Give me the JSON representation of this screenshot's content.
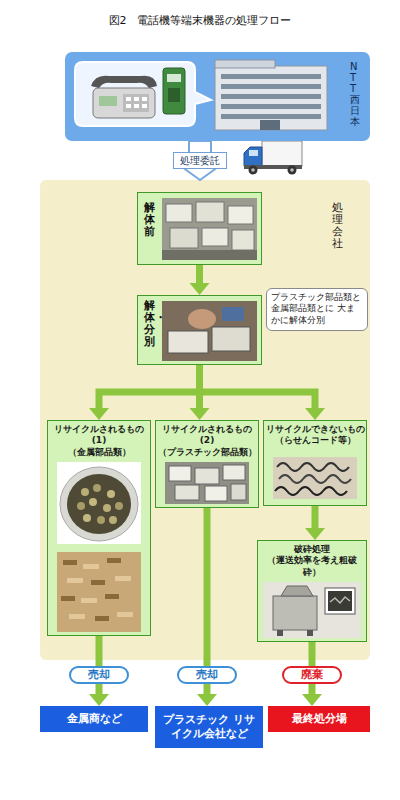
{
  "diagram": {
    "title": "図2　電話機等端末機器の処理フロー",
    "nodes": [
      {
        "text": [
          "NTT西日本"
        ]
      },
      {
        "text": [
          "処理会社"
        ]
      },
      {
        "text": [
          "解体前"
        ],
        "in": 1
      },
      {
        "text": [
          "解体・分別"
        ],
        "in": 1
      },
      {
        "text": [
          "プラスチック部品類と 金属部品類とに 大まかに解体分別"
        ],
        "in": 1
      },
      {
        "text": [
          "リサイクルされるもの(1)",
          "（金属部品類）"
        ],
        "in": 1
      },
      {
        "text": [
          "リサイクルされるもの(2)",
          "（プラスチック部品類）"
        ],
        "in": 1
      },
      {
        "text": [
          "リサイクルできないもの",
          "（らせんコード等）"
        ],
        "in": 1
      },
      {
        "text": [
          "破砕処理",
          "（運送効率を考え粗破砕）"
        ],
        "in": 1
      },
      {
        "text": [
          "金属商など"
        ]
      },
      {
        "text": [
          "プラスチック リサイクル会社など"
        ]
      },
      {
        "text": [
          "最終処分場"
        ]
      }
    ],
    "edges": [
      {
        "from": 0,
        "to": 1,
        "arrow": "to",
        "label": "処理委託"
      },
      {
        "from": 2,
        "to": 3,
        "arrow": "to"
      },
      {
        "from": 3,
        "to": 5,
        "arrow": "to"
      },
      {
        "from": 3,
        "to": 6,
        "arrow": "to"
      },
      {
        "from": 3,
        "to": 7,
        "arrow": "to"
      },
      {
        "from": 7,
        "to": 8,
        "arrow": "to"
      },
      {
        "from": 5,
        "to": 9,
        "arrow": "to",
        "label": "売却"
      },
      {
        "from": 6,
        "to": 10,
        "arrow": "to",
        "label": "売却"
      },
      {
        "from": 8,
        "to": 11,
        "arrow": "to",
        "label": "廃棄"
      }
    ]
  }
}
